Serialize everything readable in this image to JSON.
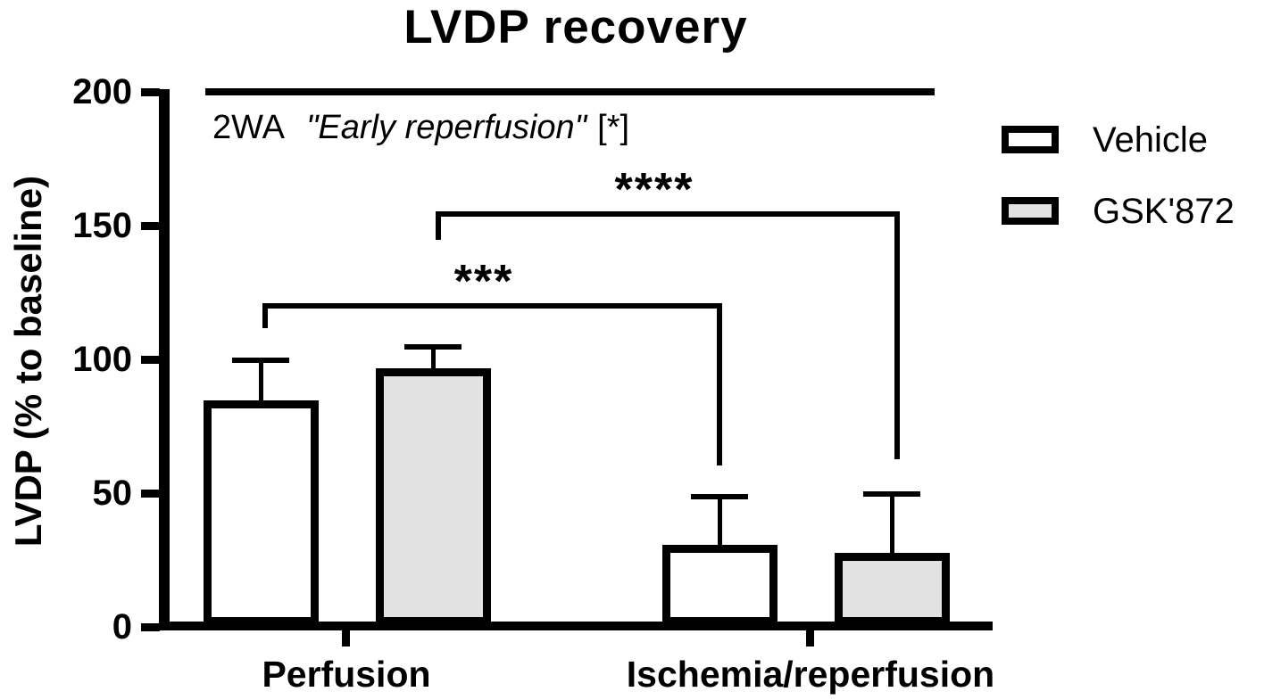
{
  "figure": {
    "title": "LVDP recovery",
    "annotation": {
      "prefix": "2WA",
      "italic": "\"Early reperfusion\"",
      "suffix": "[*]"
    }
  },
  "axes": {
    "y": {
      "label": "LVDP (% to baseline)",
      "ticks": [
        "200",
        "150",
        "100",
        "50",
        "0"
      ]
    },
    "x": {
      "categories": [
        "Perfusion",
        "Ischemia/reperfusion"
      ]
    }
  },
  "legend": {
    "items": [
      {
        "label": "Vehicle",
        "fill": "#ffffff"
      },
      {
        "label": "GSK'872",
        "fill": "#e2e2e2"
      }
    ]
  },
  "colors": {
    "ink": "#000000",
    "vehicle_fill": "#ffffff",
    "gsk_fill": "#e2e2e2"
  },
  "chart_data": {
    "type": "bar",
    "title": "LVDP recovery",
    "xlabel": "",
    "ylabel": "LVDP (% to baseline)",
    "ylim": [
      0,
      200
    ],
    "yticks": [
      0,
      50,
      100,
      150,
      200
    ],
    "grid": false,
    "legend_position": "right",
    "categories": [
      "Perfusion",
      "Ischemia/reperfusion"
    ],
    "series": [
      {
        "name": "Vehicle",
        "fill": "#ffffff",
        "values": [
          84,
          30
        ],
        "errors_upper": [
          16,
          19
        ]
      },
      {
        "name": "GSK'872",
        "fill": "#e2e2e2",
        "values": [
          96,
          27
        ],
        "errors_upper": [
          9,
          23
        ]
      }
    ],
    "annotations": [
      {
        "type": "text",
        "text": "2WA \"Early reperfusion\" [*]",
        "position": "top-left-inside"
      },
      {
        "type": "significance-bracket",
        "label": "***",
        "from": "Vehicle @ Perfusion",
        "to": "Vehicle @ Ischemia/reperfusion"
      },
      {
        "type": "significance-bracket",
        "label": "****",
        "from": "GSK'872 @ Perfusion",
        "to": "GSK'872 @ Ischemia/reperfusion"
      }
    ]
  }
}
